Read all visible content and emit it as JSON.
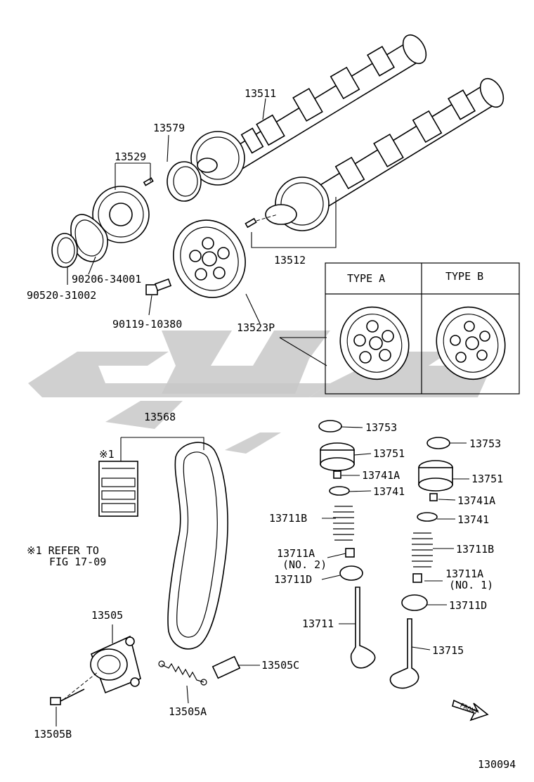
{
  "diagram_number": "130094",
  "type_a_label": "TYPE A",
  "type_b_label": "TYPE B",
  "note_marker": "※1",
  "note_text_line1": "※1 REFER TO",
  "note_text_line2": "FIG 17-09",
  "front_label": "FRONT",
  "labels": {
    "p13511": "13511",
    "p13579": "13579",
    "p13529": "13529",
    "p13512": "13512",
    "p90206": "90206-34001",
    "p90520": "90520-31002",
    "p90119": "90119-10380",
    "p13523P": "13523P",
    "p13568": "13568",
    "p13505": "13505",
    "p13505A": "13505A",
    "p13505B": "13505B",
    "p13505C": "13505C",
    "l13753": "13753",
    "l13751": "13751",
    "l13741A": "13741A",
    "l13741": "13741",
    "l13711B": "13711B",
    "l13711A": "13711A",
    "l13711A_sub": "(NO. 2)",
    "l13711D": "13711D",
    "l13711": "13711",
    "r13753": "13753",
    "r13751": "13751",
    "r13741A": "13741A",
    "r13741": "13741",
    "r13711B": "13711B",
    "r13711A": "13711A",
    "r13711A_sub": "(NO. 1)",
    "r13711D": "13711D",
    "r13715": "13715"
  },
  "colors": {
    "line": "#000000",
    "watermark": "#c8c8c8",
    "background": "#ffffff"
  }
}
